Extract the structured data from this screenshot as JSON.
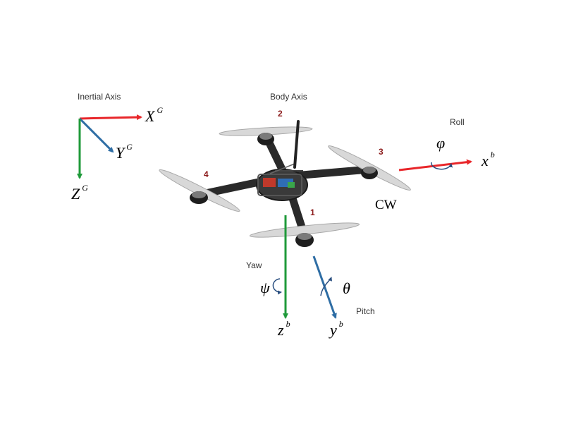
{
  "labels": {
    "inertial_axis": "Inertial Axis",
    "body_axis": "Body Axis",
    "roll": "Roll",
    "yaw": "Yaw",
    "pitch": "Pitch",
    "cw": "CW"
  },
  "rotor_numbers": [
    "1",
    "2",
    "3",
    "4"
  ],
  "inertial_axes": {
    "x": {
      "symbol": "X",
      "superscript": "G"
    },
    "y": {
      "symbol": "Y",
      "superscript": "G"
    },
    "z": {
      "symbol": "Z",
      "superscript": "G"
    }
  },
  "body_axes": {
    "x": {
      "symbol": "x",
      "superscript": "b"
    },
    "y": {
      "symbol": "y",
      "superscript": "b"
    },
    "z": {
      "symbol": "z",
      "superscript": "b"
    }
  },
  "angles": {
    "roll": "φ",
    "pitch": "θ",
    "yaw": "ψ"
  },
  "colors": {
    "x_axis": "#e8262a",
    "y_axis": "#2e6da4",
    "z_axis": "#1f9a3a",
    "rotation_arrow": "#2a4f80",
    "frame": "#2a2a2a",
    "propeller": "#d8d8d8",
    "rotor_number": "#8b1a1a"
  }
}
